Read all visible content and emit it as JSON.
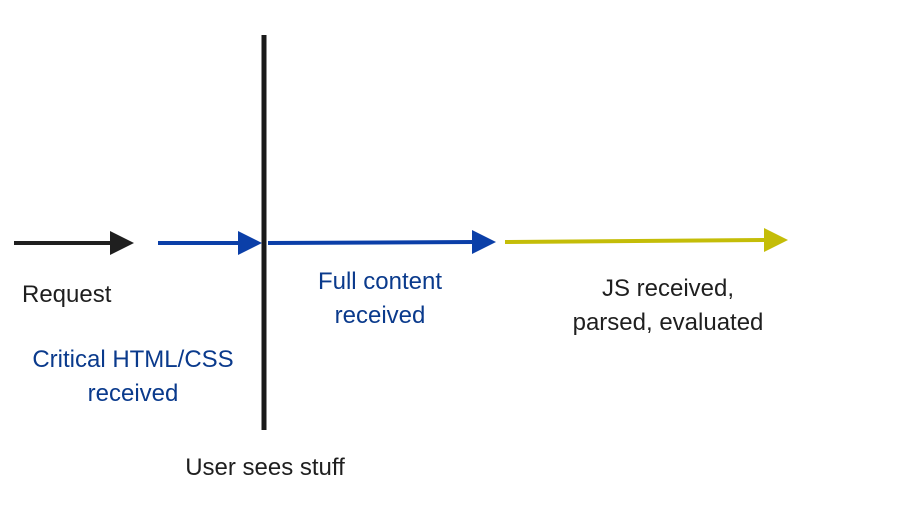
{
  "colors": {
    "request_arrow": "#1f1f1f",
    "critical_arrow": "#0b3fa8",
    "content_arrow": "#0b3fa8",
    "js_arrow": "#c4bd08",
    "divider": "#1a1a1a",
    "blue_text": "#0a3a8c",
    "black_text": "#1f1f1f"
  },
  "labels": {
    "request": "Request",
    "critical": [
      "Critical HTML/CSS",
      "received"
    ],
    "full_content": [
      "Full content",
      "received"
    ],
    "js": [
      "JS received,",
      "parsed, evaluated"
    ],
    "user_sees": "User sees stuff"
  }
}
